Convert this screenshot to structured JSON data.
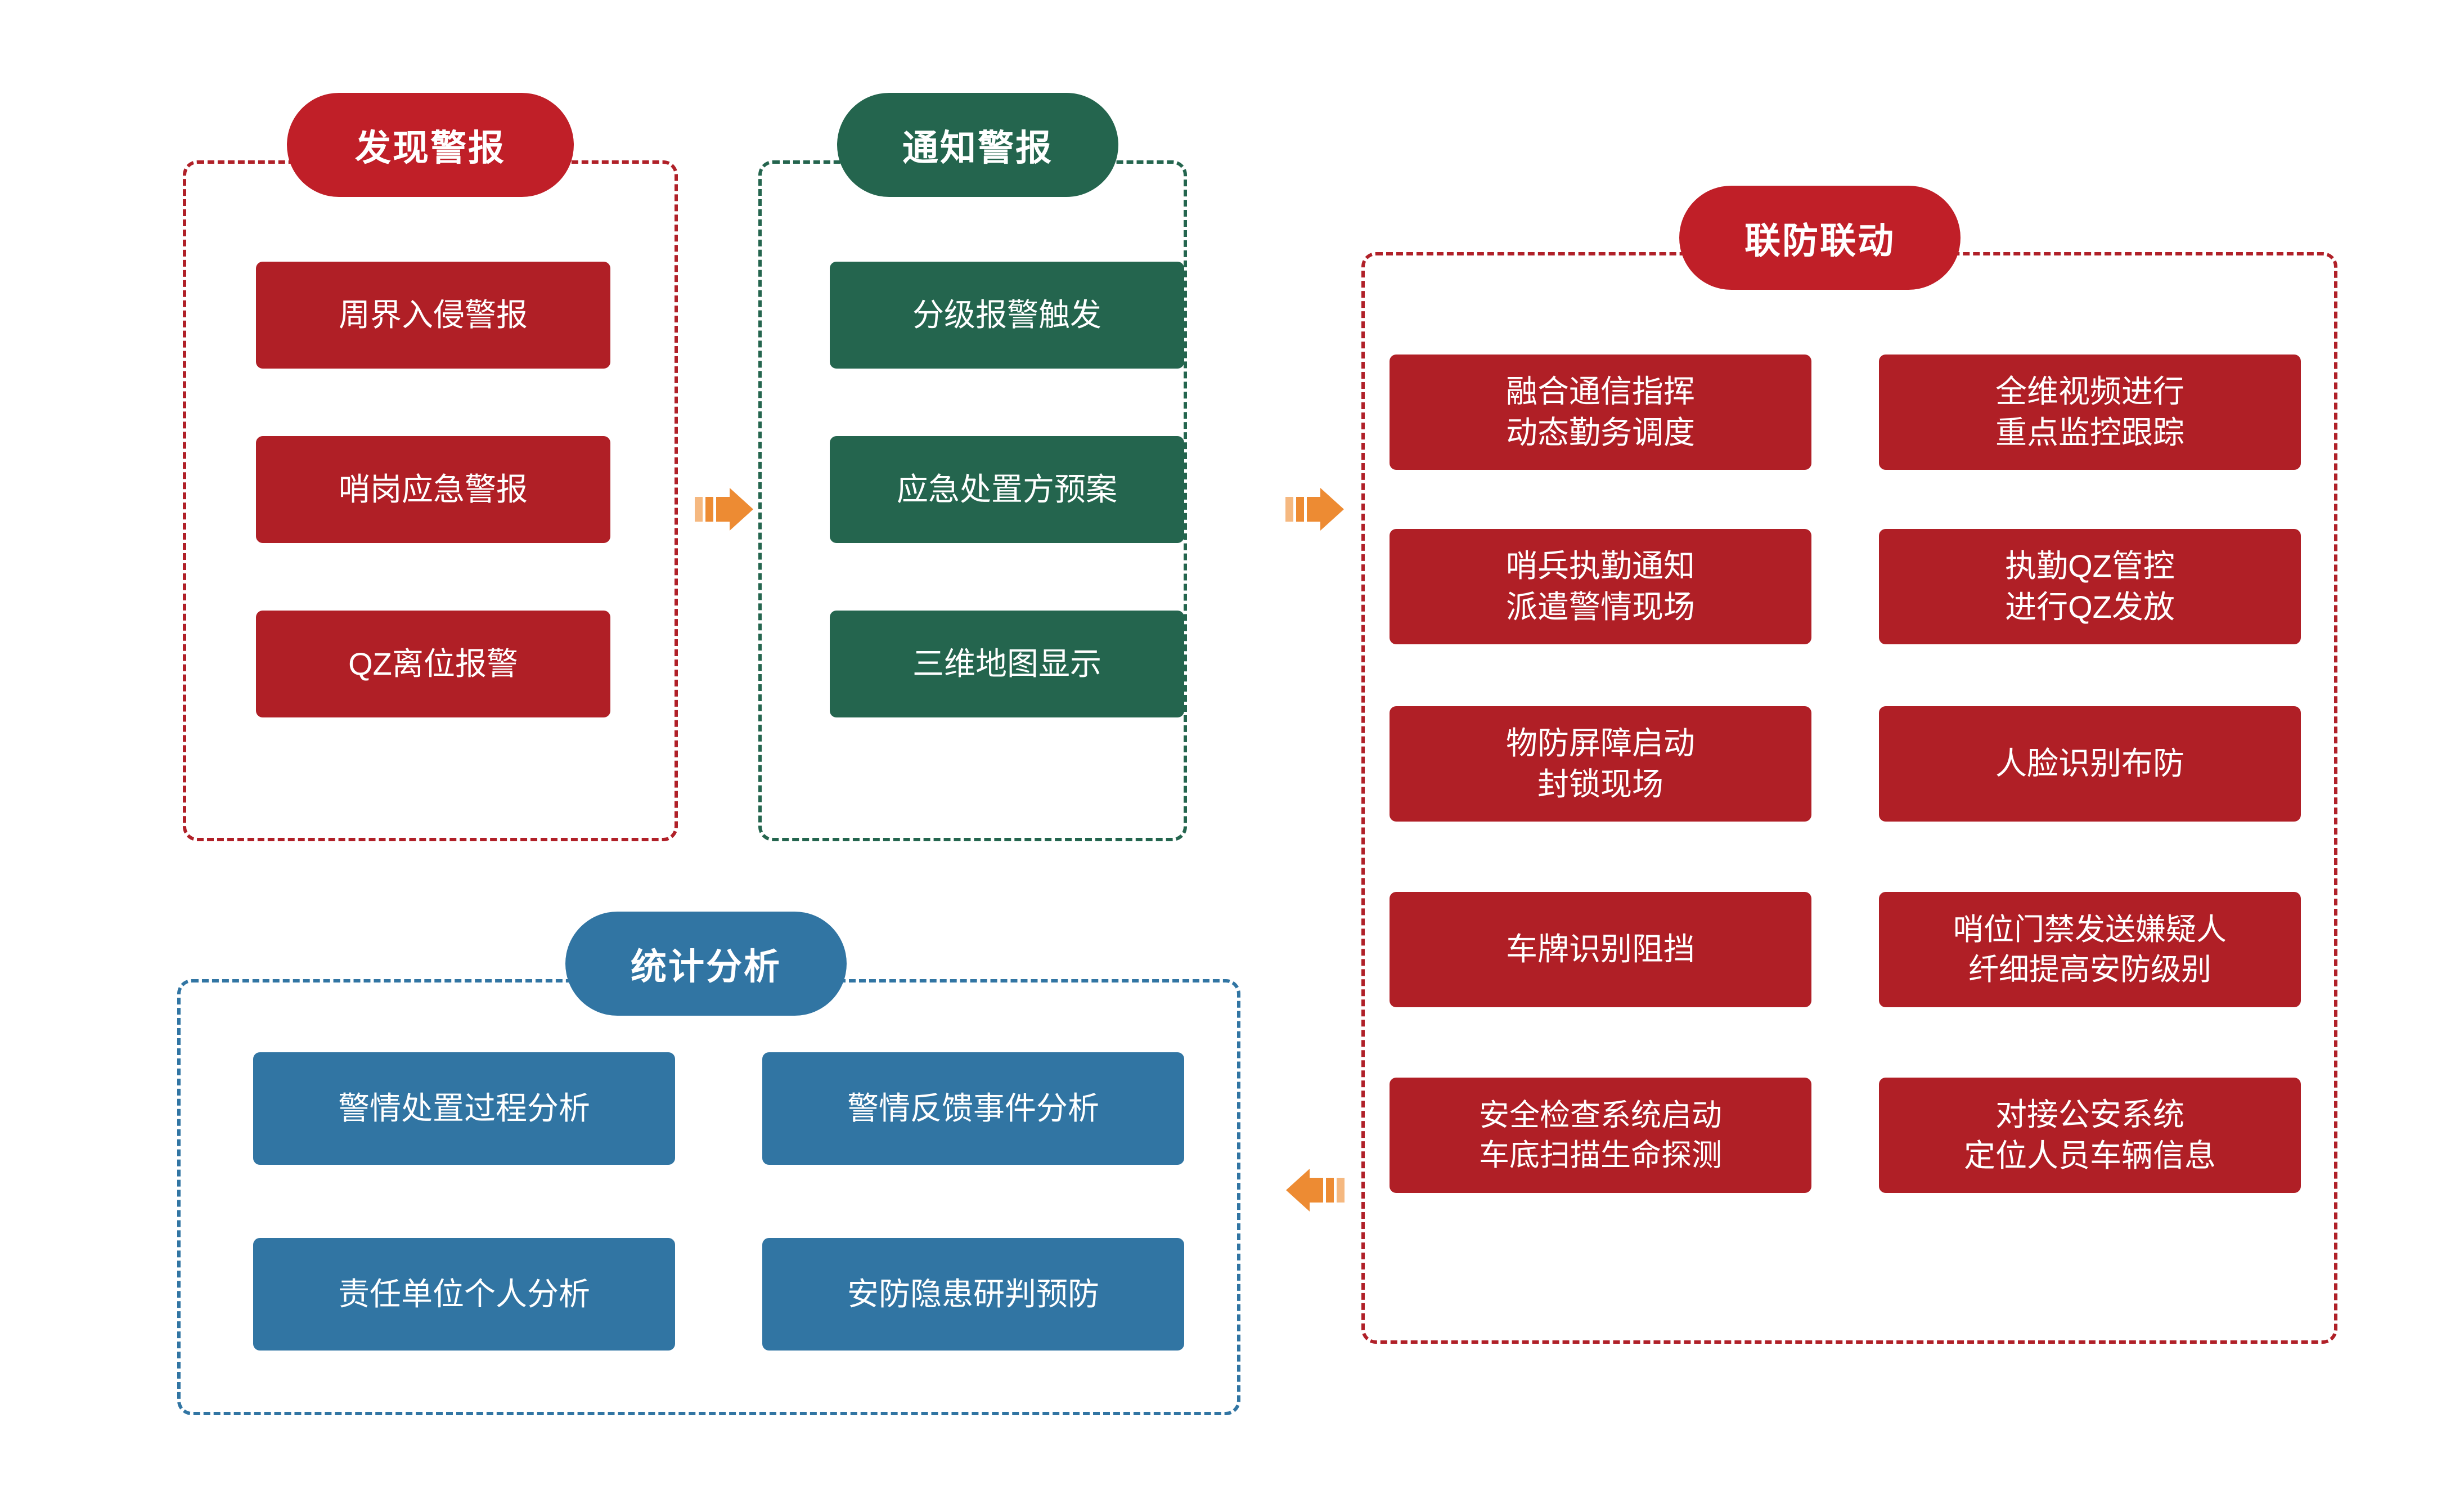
{
  "diagram": {
    "title_colors": {
      "red_pill": "#C01F28",
      "red_box": "#B01F26",
      "green": "#24654E",
      "blue": "#3175A3",
      "arrow_orange": "#ED8B33"
    },
    "panels": [
      {
        "id": "discover-alarm",
        "header": "发现警报",
        "theme": "red",
        "items": [
          "周界入侵警报",
          "哨岗应急警报",
          "QZ离位报警"
        ]
      },
      {
        "id": "notify-alarm",
        "header": "通知警报",
        "theme": "green",
        "items": [
          "分级报警触发",
          "应急处置方预案",
          "三维地图显示"
        ]
      },
      {
        "id": "joint-defense",
        "header": "联防联动",
        "theme": "red",
        "items": [
          "融合通信指挥\n动态勤务调度",
          "全维视频进行\n重点监控跟踪",
          "哨兵执勤通知\n派遣警情现场",
          "执勤QZ管控\n进行QZ发放",
          "物防屏障启动\n封锁现场",
          "人脸识别布防",
          "车牌识别阻挡",
          "哨位门禁发送嫌疑人\n纤细提高安防级别",
          "安全检查系统启动\n车底扫描生命探测",
          "对接公安系统\n定位人员车辆信息"
        ]
      },
      {
        "id": "statistics-analysis",
        "header": "统计分析",
        "theme": "blue",
        "items": [
          "警情处置过程分析",
          "警情反馈事件分析",
          "责任单位个人分析",
          "安防隐患研判预防"
        ]
      }
    ],
    "arrows": [
      {
        "id": "arrow-discover-to-notify",
        "direction": "right"
      },
      {
        "id": "arrow-notify-to-joint",
        "direction": "right"
      },
      {
        "id": "arrow-joint-to-statistics",
        "direction": "left"
      }
    ]
  }
}
